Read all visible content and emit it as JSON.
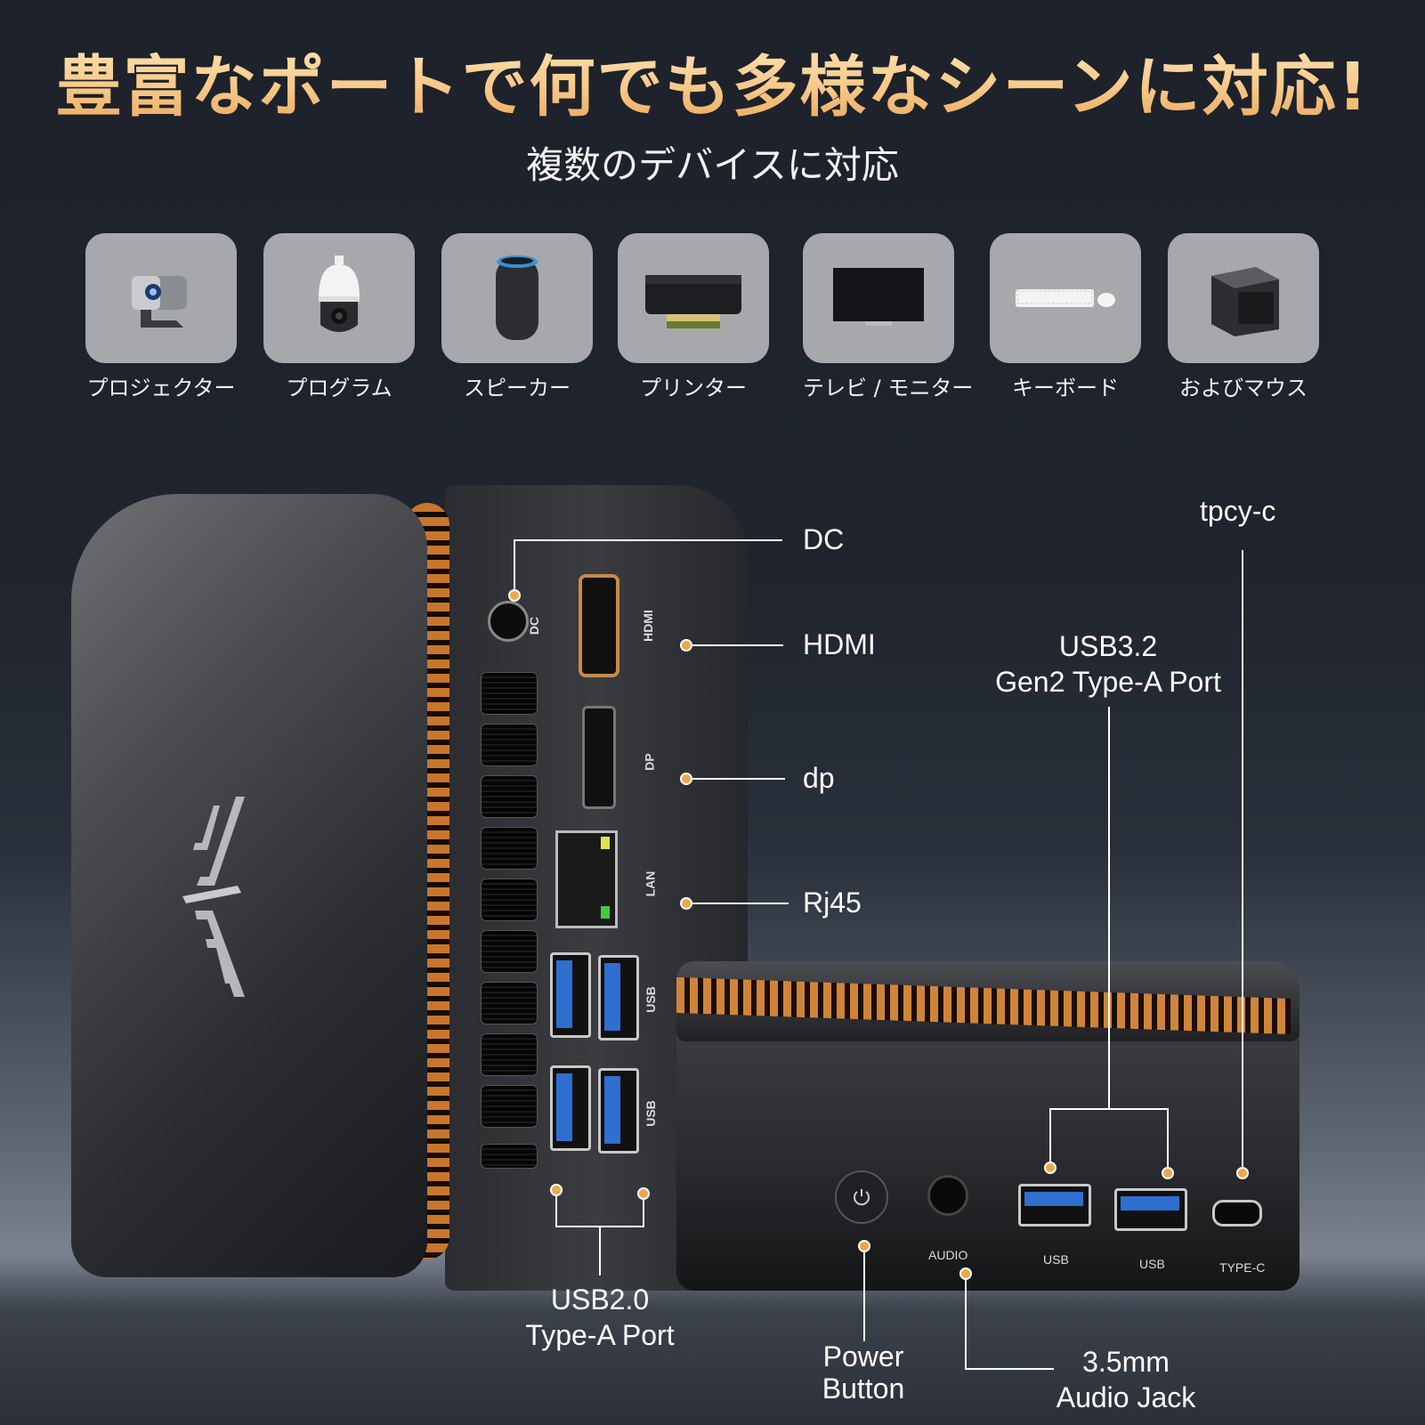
{
  "header": {
    "headline": "豊富なポートで何でも多様なシーンに対応!",
    "subheadline": "複数のデバイスに対応"
  },
  "devices": [
    {
      "label": "プロジェクター",
      "icon": "projector-icon"
    },
    {
      "label": "プログラム",
      "icon": "security-camera-icon"
    },
    {
      "label": "スピーカー",
      "icon": "smart-speaker-icon"
    },
    {
      "label": "プリンター",
      "icon": "printer-icon"
    },
    {
      "label": "テレビ / モニター",
      "icon": "tv-monitor-icon"
    },
    {
      "label": "キーボード",
      "icon": "keyboard-icon"
    },
    {
      "label": "およびマウス",
      "icon": "mini-pc-icon"
    }
  ],
  "side_ports": {
    "printed_labels": {
      "dc": "DC",
      "hdmi": "HDMI",
      "dp": "DP",
      "lan": "LAN",
      "usb1": "USB",
      "usb2": "USB"
    },
    "callouts": {
      "dc": "DC",
      "hdmi": "HDMI",
      "dp": "dp",
      "rj45": "Rj45",
      "usb2_line1": "USB2.0",
      "usb2_line2": "Type-A Port"
    }
  },
  "front_ports": {
    "printed_labels": {
      "audio": "AUDIO",
      "usb1": "USB",
      "usb2": "USB",
      "typec": "TYPE-C"
    },
    "callouts": {
      "usb32_line1": "USB3.2",
      "usb32_line2": "Gen2 Type-A Port",
      "typec": "tpcy-c",
      "power_line1": "Power",
      "power_line2": "Button",
      "audio_line1": "3.5mm",
      "audio_line2": "Audio Jack"
    }
  },
  "colors": {
    "background": "#1d222b",
    "headline_gold": "#f8c98a",
    "callout_dot": "#f0a646",
    "copper_fin": "#c9762c",
    "usb3_blue": "#2f6fd0"
  }
}
